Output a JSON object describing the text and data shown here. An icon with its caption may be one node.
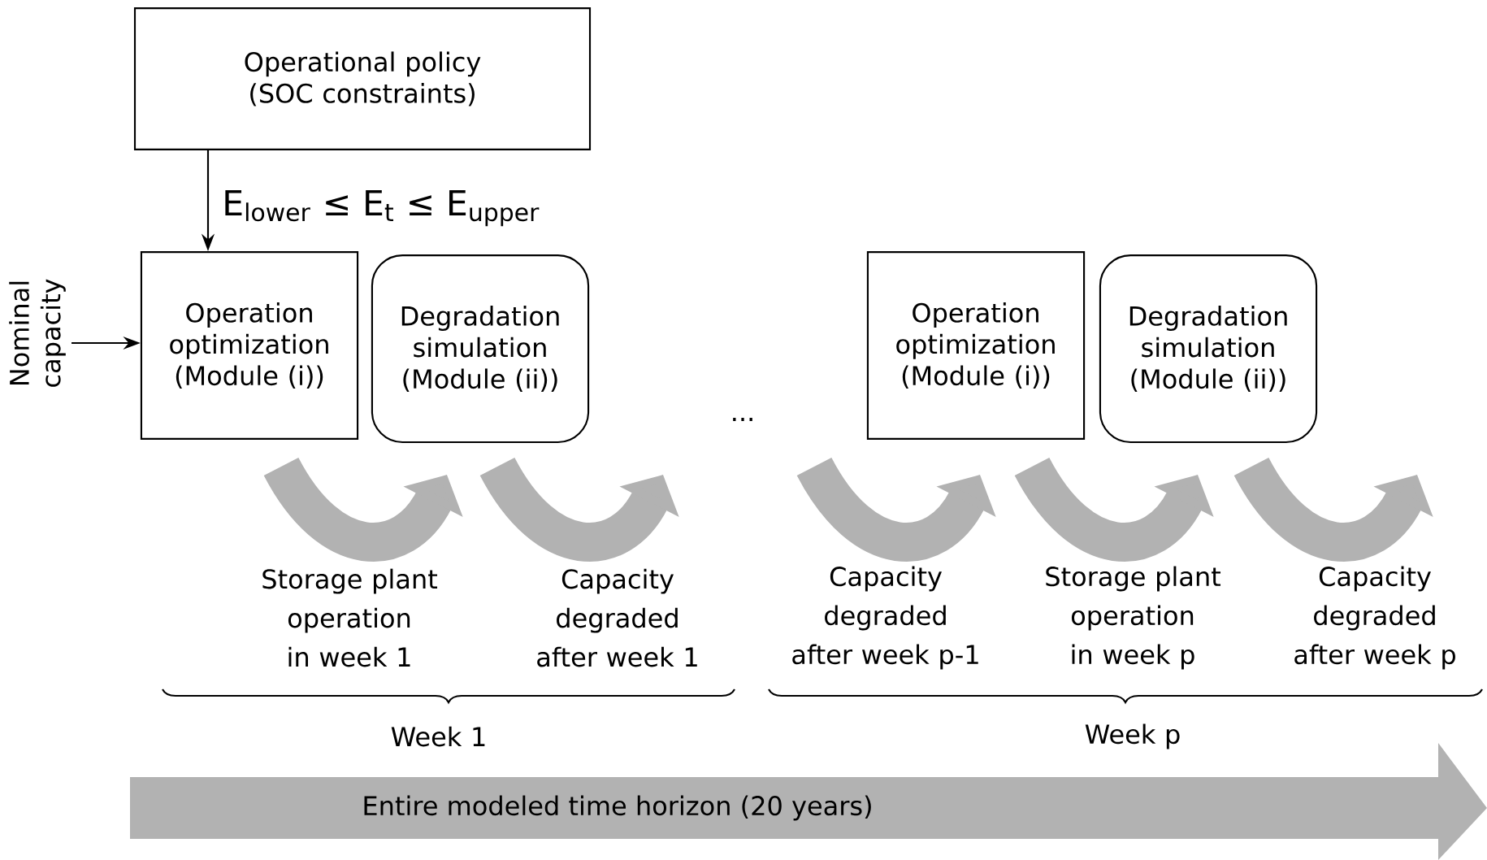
{
  "diagram": {
    "nodes": [
      {
        "text": [
          "Operational policy (SOC constraints)"
        ]
      },
      {
        "text": [
          "Operation optimization (Module (i))"
        ]
      },
      {
        "text": [
          "Degradation simulation (Module (ii))"
        ]
      },
      {
        "text": [
          "Operation optimization (Module (i))"
        ]
      },
      {
        "text": [
          "Degradation simulation (Module (ii))"
        ]
      },
      {
        "text": [
          "Nominal capacity"
        ]
      },
      {
        "text": [
          "Entire modeled time horizon (20 years)"
        ]
      }
    ],
    "edges": [
      {
        "from": 0,
        "to": 1,
        "arrow": "to",
        "label": "E$_{lower}$ ≤ E$_{t}$ ≤ E$_{upper}$"
      },
      {
        "from": 5,
        "to": 1,
        "arrow": "to"
      }
    ],
    "labels": [
      "...",
      "Storage plant operation in week 1",
      "Capacity degraded after week 1",
      "Capacity degraded after week p-1",
      "Storage plant operation in week p",
      "Capacity degraded after week p",
      "Week 1",
      "Week p"
    ]
  }
}
